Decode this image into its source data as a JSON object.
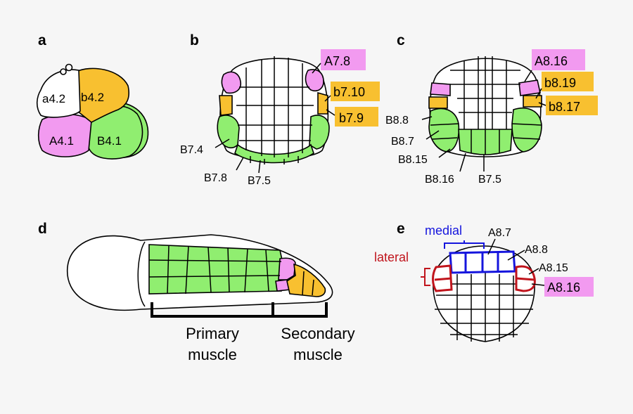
{
  "panels": {
    "a": {
      "letter": "a",
      "cells": [
        "a4.2",
        "b4.2",
        "A4.1",
        "B4.1"
      ]
    },
    "b": {
      "letter": "b",
      "labels": [
        "A7.8",
        "b7.10",
        "b7.9",
        "B7.4",
        "B7.8",
        "B7.5"
      ]
    },
    "c": {
      "letter": "c",
      "labels": [
        "A8.16",
        "b8.19",
        "b8.17",
        "B8.8",
        "B8.7",
        "B8.15",
        "B8.16",
        "B7.5"
      ]
    },
    "d": {
      "letter": "d",
      "primary_line1": "Primary",
      "primary_line2": "muscle",
      "secondary_line1": "Secondary",
      "secondary_line2": "muscle"
    },
    "e": {
      "letter": "e",
      "medial": "medial",
      "lateral": "lateral",
      "labels": [
        "A8.7",
        "A8.8",
        "A8.15",
        "A8.16"
      ]
    }
  },
  "colors": {
    "green": "#90ee70",
    "orange": "#f8c030",
    "pink": "#f29af0",
    "blue": "#1515dd",
    "red": "#c0141c",
    "background": "#f6f6f6"
  }
}
